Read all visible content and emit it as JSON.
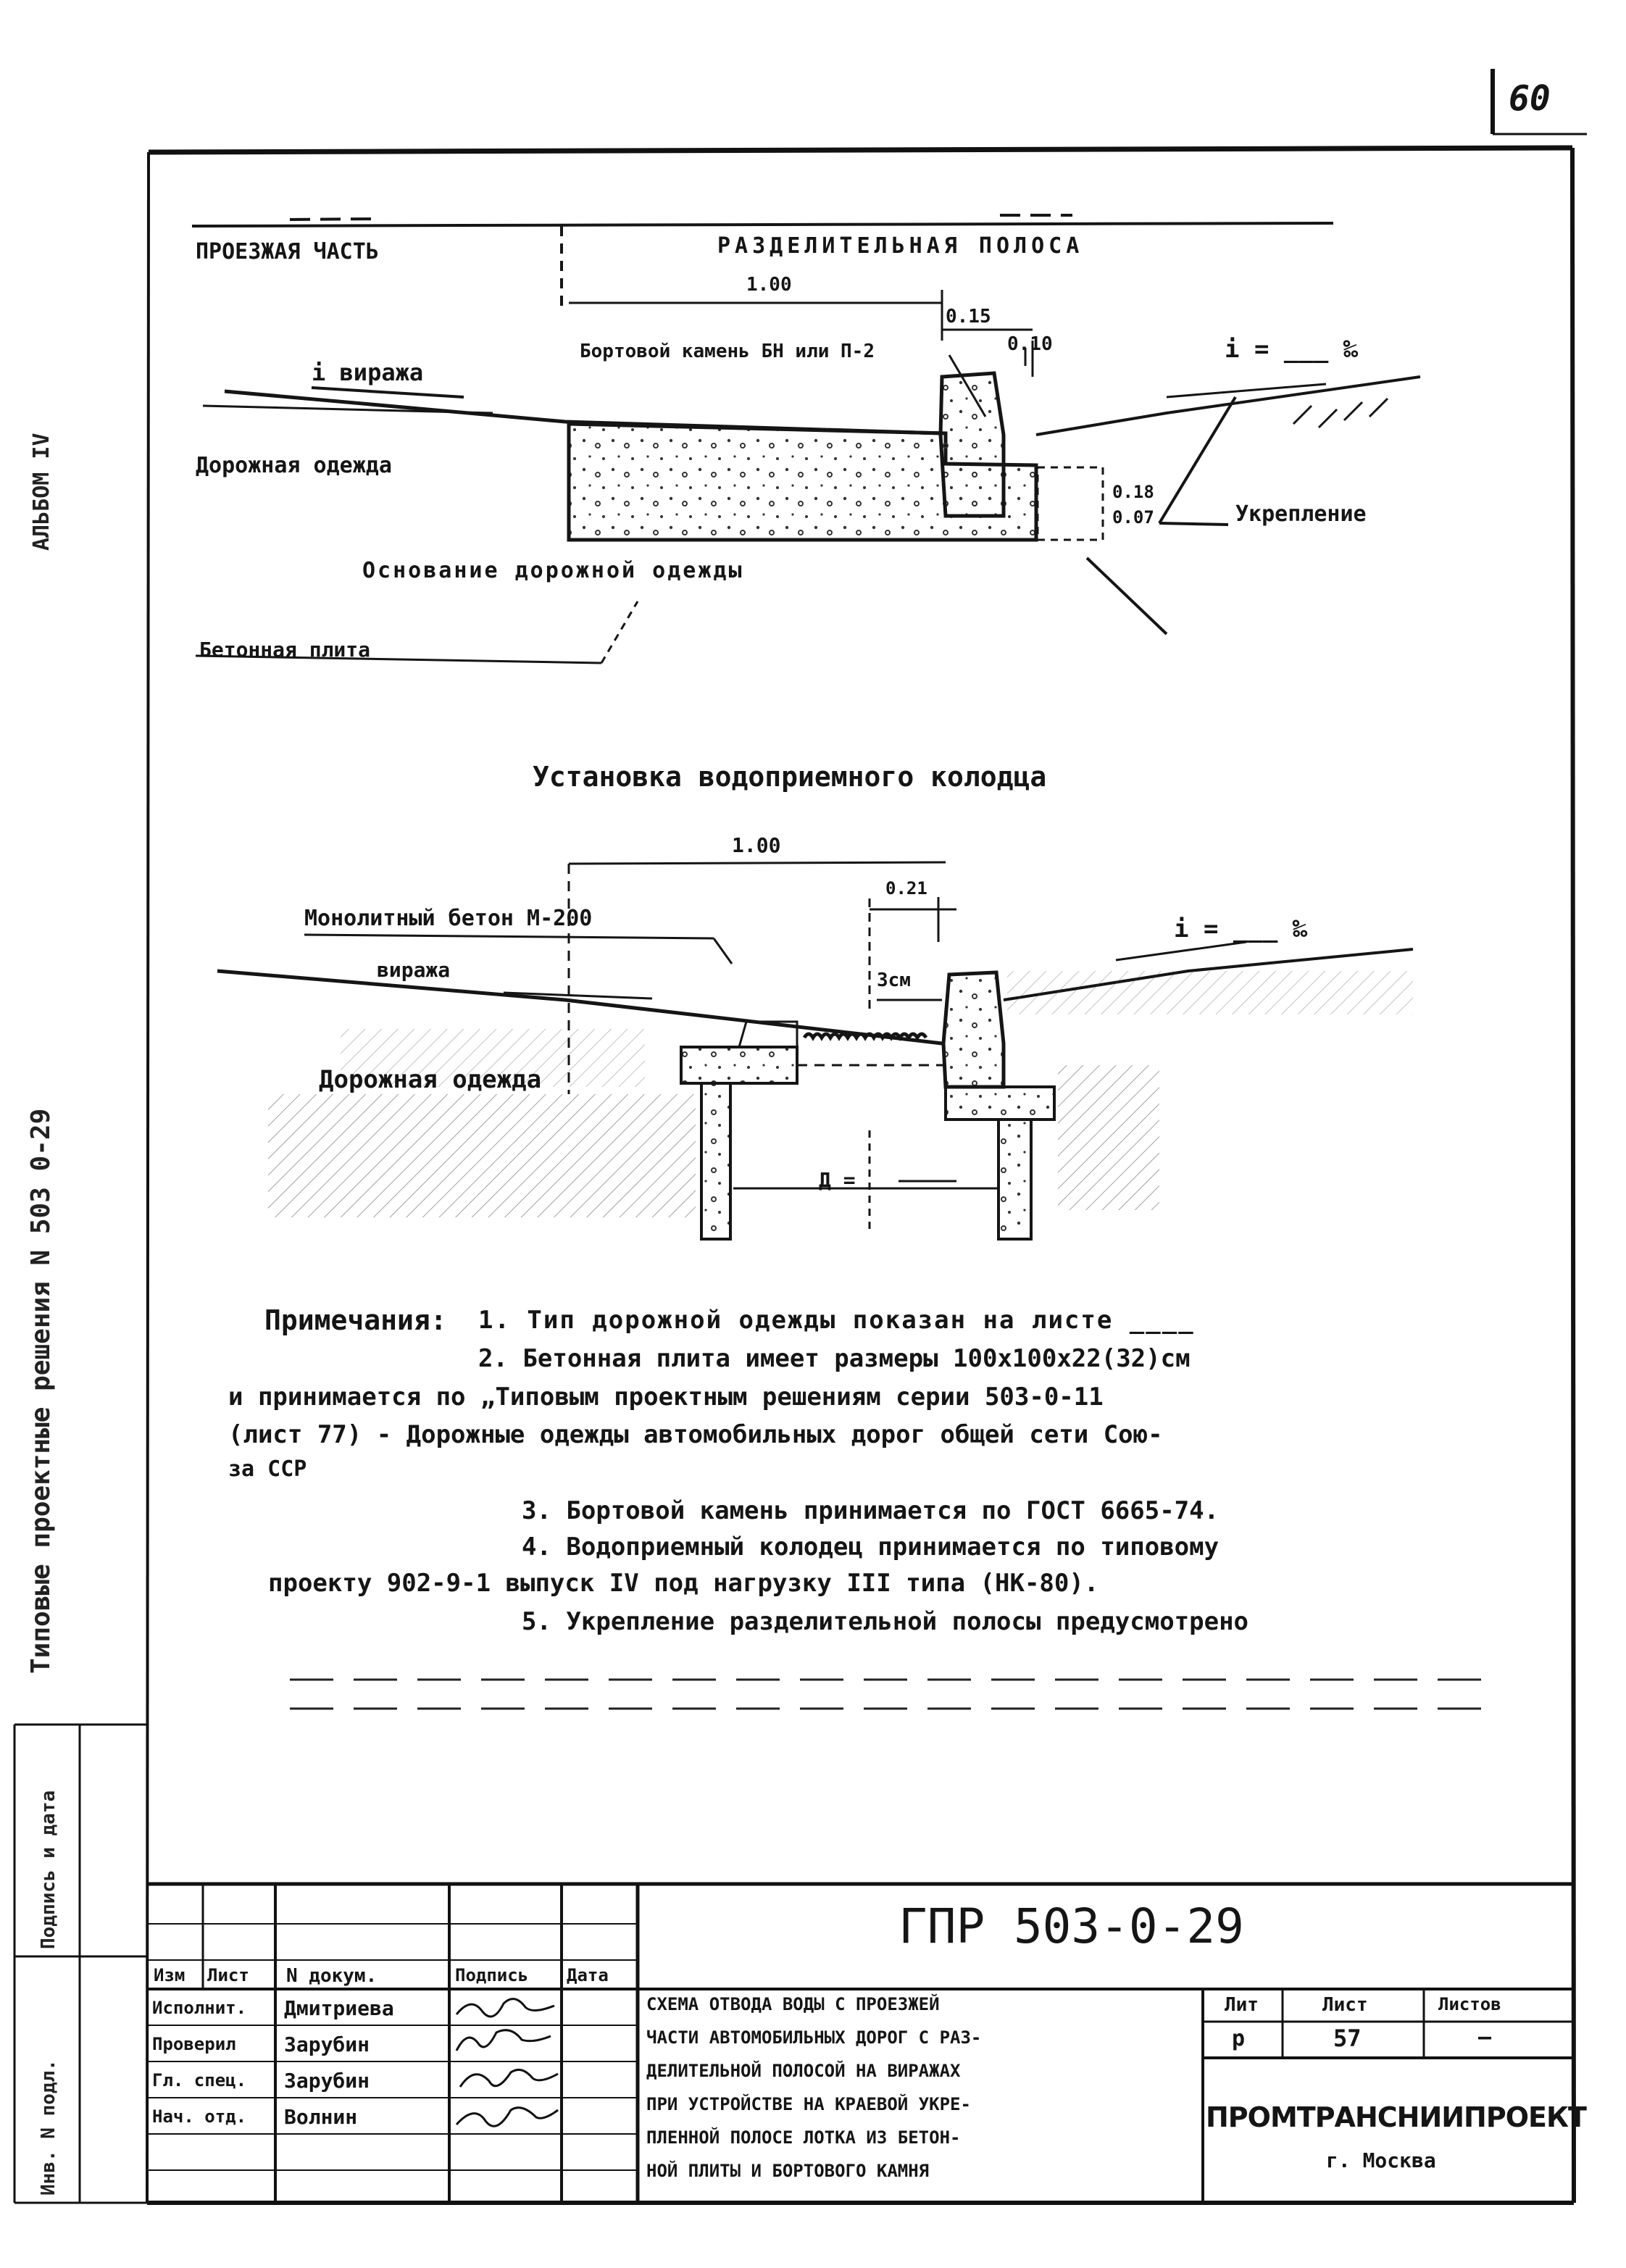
{
  "page_number": "60",
  "side_labels": {
    "album": "АЛЬБОМ IV",
    "series": "Типовые проектные решения N 503 0-29",
    "signature_date": "Подпись и дата",
    "inv_number": "Инв. N подл."
  },
  "drawing1": {
    "roadway_label": "ПРОЕЗЖАЯ ЧАСТЬ",
    "median_label": "РАЗДЕЛИТЕЛЬНАЯ ПОЛОСА",
    "dim_width": "1.00",
    "dim_curb": "0.15",
    "dim_gap": "0.10",
    "curb_label": "Бортовой камень БН или П-2",
    "superelevation_label": "i виража",
    "slope_label": "i = ___ ‰",
    "pavement_label": "Дорожная одежда",
    "dim_h1": "0.18",
    "dim_h2": "0.07",
    "reinforcement_label": "Укрепление",
    "base_label": "Основание дорожной одежды",
    "slab_label": "Бетонная плита"
  },
  "drawing2": {
    "title": "Установка водоприемного колодца",
    "dim_width": "1.00",
    "dim_small": "0.21",
    "dim_3cm": "3см",
    "concrete_label": "Монолитный бетон М-200",
    "virage_label": "виража",
    "slope_label": "i = ___ ‰",
    "pavement_label": "Дорожная одежда",
    "dim_d": "Д ="
  },
  "notes": {
    "heading": "Примечания:",
    "line1": "1.  Тип дорожной одежды показан на листе ____",
    "line2": "2.  Бетонная плита имеет размеры 100х100х22(32)см",
    "line3": "и принимается по „Типовым проектным решениям серии 503-0-11",
    "line4": "(лист 77) - Дорожные одежды автомобильных дорог общей сети Сою-",
    "line5": "за ССР",
    "line6": "3. Бортовой камень принимается по ГОСТ 6665-74.",
    "line7": "4. Водоприемный колодец принимается по типовому",
    "line8": "проекту 902-9-1 выпуск IV под нагрузку III типа (НК-80).",
    "line9": "5. Укрепление разделительной полосы предусмотрено"
  },
  "title_block": {
    "code": "ГПР 503-0-29",
    "headers": {
      "izm": "Изм",
      "list": "Лист",
      "ndoc": "N докум.",
      "signature": "Подпись",
      "date": "Дата"
    },
    "rows": [
      {
        "role": "Исполнит.",
        "name": "Дмитриева"
      },
      {
        "role": "Проверил",
        "name": "Зарубин"
      },
      {
        "role": "Гл. спец.",
        "name": "Зарубин"
      },
      {
        "role": "Нач. отд.",
        "name": "Волнин"
      }
    ],
    "description_lines": [
      "СХЕМА ОТВОДА ВОДЫ С ПРОЕЗЖЕЙ",
      "ЧАСТИ АВТОМОБИЛЬНЫХ ДОРОГ С РАЗ-",
      "ДЕЛИТЕЛЬНОЙ ПОЛОСОЙ НА ВИРАЖАХ",
      "ПРИ УСТРОЙСТВЕ НА КРАЕВОЙ УКРЕ-",
      "ПЛЕННОЙ ПОЛОСЕ ЛОТКА ИЗ БЕТОН-",
      "НОЙ ПЛИТЫ И БОРТОВОГО КАМНЯ"
    ],
    "lit_header": "Лит",
    "sheet_header": "Лист",
    "sheets_header": "Листов",
    "lit_value": "р",
    "sheet_value": "57",
    "sheets_value": "—",
    "organization": "ПРОМТРАНСНИИПРОЕКТ",
    "city": "г. Москва"
  }
}
